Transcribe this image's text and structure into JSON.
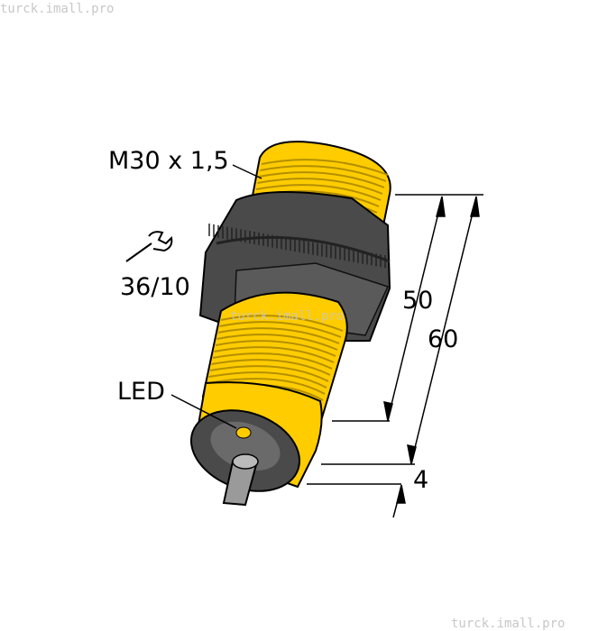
{
  "watermark": {
    "top": "turck.imall.pro",
    "center": "turck.imall.pro",
    "bottom": "turck.imall.pro"
  },
  "labels": {
    "thread": "M30 x 1,5",
    "wrench": "36/10",
    "led": "LED"
  },
  "dimensions": {
    "length_50": "50",
    "length_60": "60",
    "offset_4": "4"
  },
  "colors": {
    "body": "#ffcc00",
    "nut": "#3a3a3a",
    "cable": "#9a9a9a"
  }
}
